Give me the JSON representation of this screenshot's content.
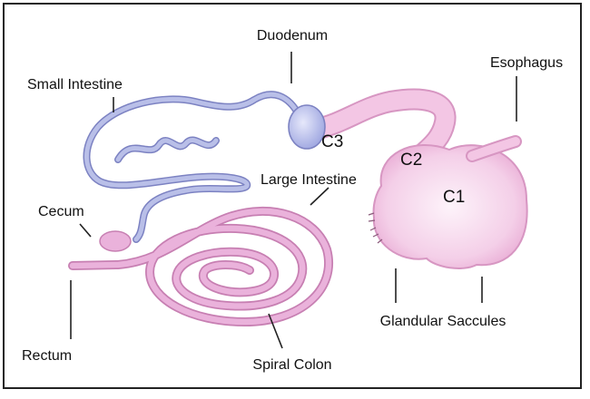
{
  "labels": {
    "duodenum": "Duodenum",
    "small_intestine": "Small Intestine",
    "esophagus": "Esophagus",
    "large_intestine": "Large Intestine",
    "cecum": "Cecum",
    "rectum": "Rectum",
    "spiral_colon": "Spiral Colon",
    "glandular_saccules": "Glandular Saccules"
  },
  "compartments": {
    "c1": "C1",
    "c2": "C2",
    "c3": "C3"
  },
  "colors": {
    "border": "#222222",
    "small_intestine": "#b9bfe8",
    "small_intestine_outline": "#7c82c2",
    "stomach": "#f3c6e4",
    "stomach_outline": "#d796c2",
    "colon": "#eab2db",
    "colon_outline": "#c77fb2"
  }
}
